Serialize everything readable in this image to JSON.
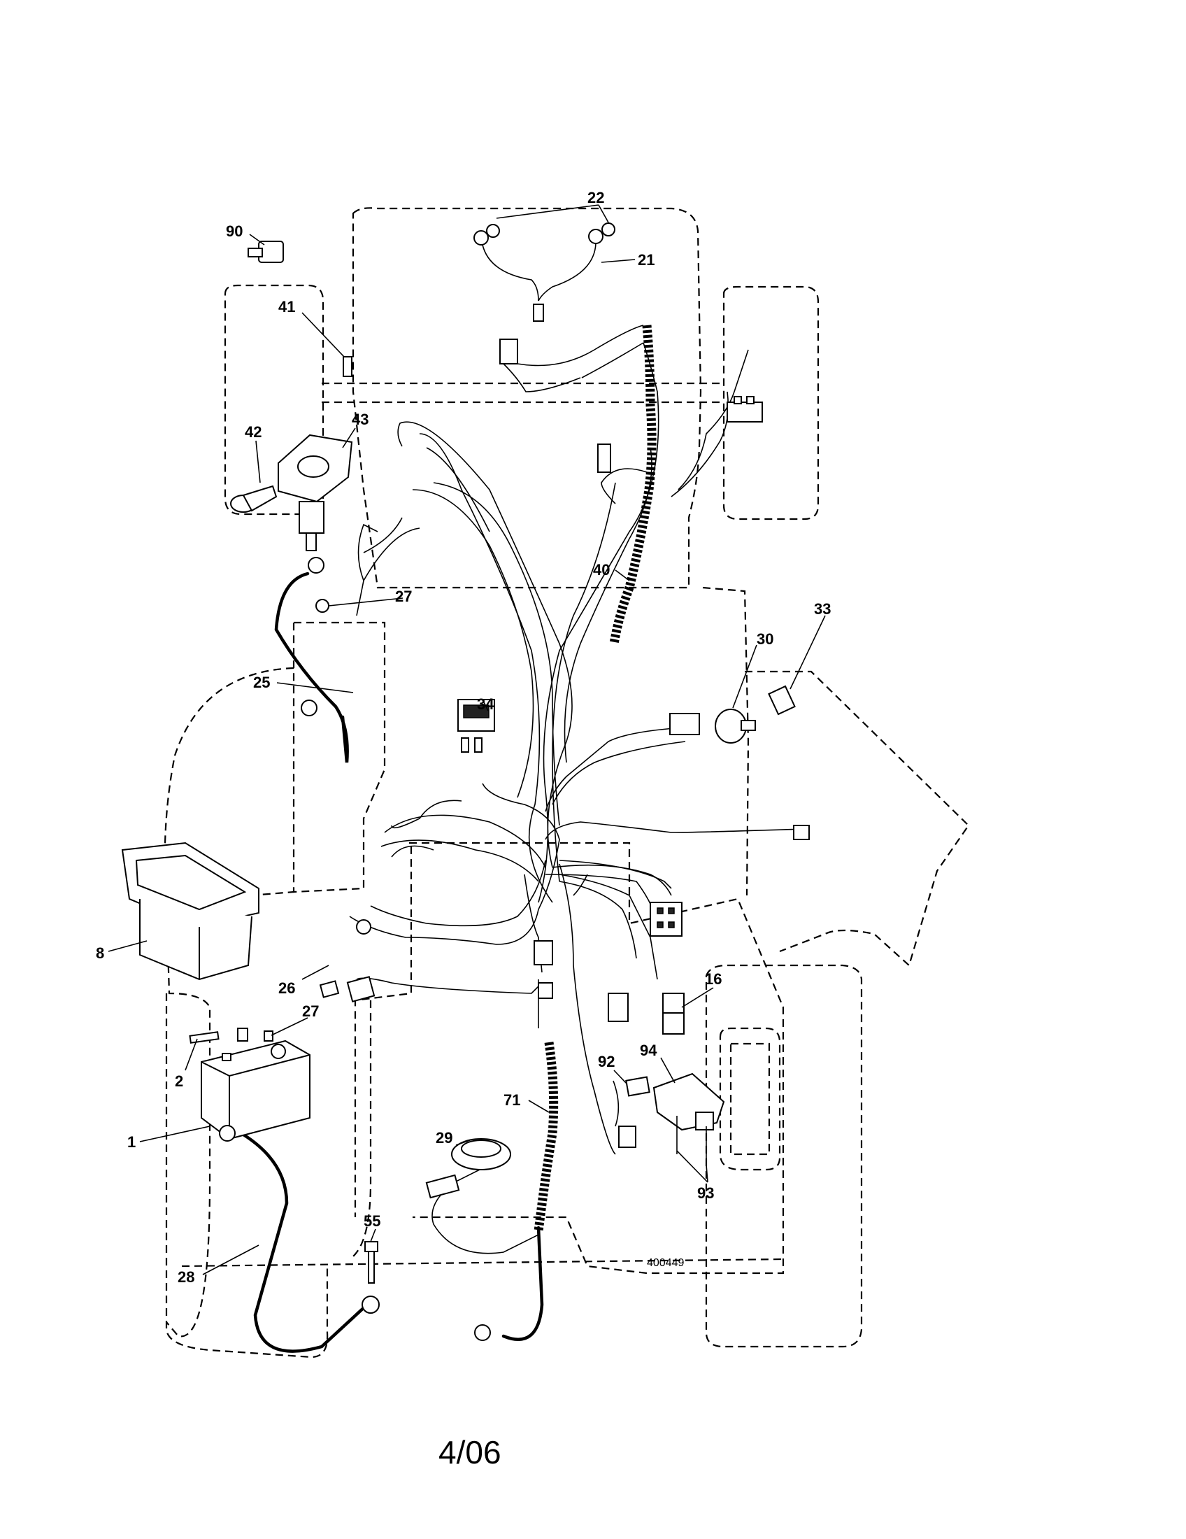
{
  "diagram_id": "400449",
  "page_footer": "4/06",
  "callouts": [
    {
      "key": "p90",
      "text": "90"
    },
    {
      "key": "p22",
      "text": "22"
    },
    {
      "key": "p21",
      "text": "21"
    },
    {
      "key": "p41",
      "text": "41"
    },
    {
      "key": "p43",
      "text": "43"
    },
    {
      "key": "p42",
      "text": "42"
    },
    {
      "key": "p40",
      "text": "40"
    },
    {
      "key": "p27a",
      "text": "27"
    },
    {
      "key": "p33",
      "text": "33"
    },
    {
      "key": "p30",
      "text": "30"
    },
    {
      "key": "p25",
      "text": "25"
    },
    {
      "key": "p34",
      "text": "34"
    },
    {
      "key": "p8",
      "text": "8"
    },
    {
      "key": "p26",
      "text": "26"
    },
    {
      "key": "p16",
      "text": "16"
    },
    {
      "key": "p27b",
      "text": "27"
    },
    {
      "key": "p2",
      "text": "2"
    },
    {
      "key": "p1",
      "text": "1"
    },
    {
      "key": "p71",
      "text": "71"
    },
    {
      "key": "p92",
      "text": "92"
    },
    {
      "key": "p94",
      "text": "94"
    },
    {
      "key": "p29",
      "text": "29"
    },
    {
      "key": "p93",
      "text": "93"
    },
    {
      "key": "p55",
      "text": "55"
    },
    {
      "key": "p28",
      "text": "28"
    }
  ]
}
